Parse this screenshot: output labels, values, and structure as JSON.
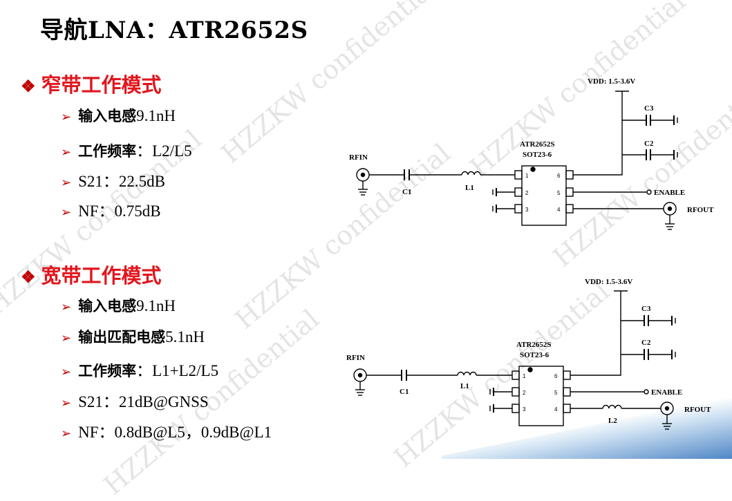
{
  "title": "导航LNA：ATR2652S",
  "narrowband": {
    "heading": "窄带工作模式",
    "items": [
      {
        "zh": "输入电感",
        "en": "9.1nH"
      },
      {
        "zh": "工作频率",
        "en": "：L2/L5"
      },
      {
        "zh": "",
        "en": "S21：22.5dB"
      },
      {
        "zh": "",
        "en": "NF：0.75dB"
      }
    ]
  },
  "wideband": {
    "heading": "宽带工作模式",
    "items": [
      {
        "zh": "输入电感",
        "en": "9.1nH"
      },
      {
        "zh": "输出匹配电感",
        "en": "5.1nH"
      },
      {
        "zh": "工作频率",
        "en": "：L1+L2/L5"
      },
      {
        "zh": "",
        "en": "S21：21dB@GNSS"
      },
      {
        "zh": "",
        "en": "NF：0.8dB@L5，0.9dB@L1"
      }
    ]
  },
  "circuit1": {
    "vdd": "VDD: 1.5-3.6V",
    "chip": "ATR2652S",
    "package": "SOT23-6",
    "rfin": "RFIN",
    "rfout": "RFOUT",
    "enable": "ENABLE",
    "c1": "C1",
    "c2": "C2",
    "c3": "C3",
    "l1": "L1",
    "pins": [
      "1",
      "2",
      "3",
      "6",
      "5",
      "4"
    ]
  },
  "circuit2": {
    "vdd": "VDD: 1.5-3.6V",
    "chip": "ATR2652S",
    "package": "SOT23-6",
    "rfin": "RFIN",
    "rfout": "RFOUT",
    "enable": "ENABLE",
    "c1": "C1",
    "c2": "C2",
    "c3": "C3",
    "l1": "L1",
    "l2": "L2",
    "pins": [
      "1",
      "2",
      "3",
      "6",
      "5",
      "4"
    ]
  },
  "watermark": [
    "HZZKW confidential"
  ],
  "colors": {
    "heading": "#e2151c",
    "accent": "#c00000",
    "corner": "#4f86c6"
  }
}
